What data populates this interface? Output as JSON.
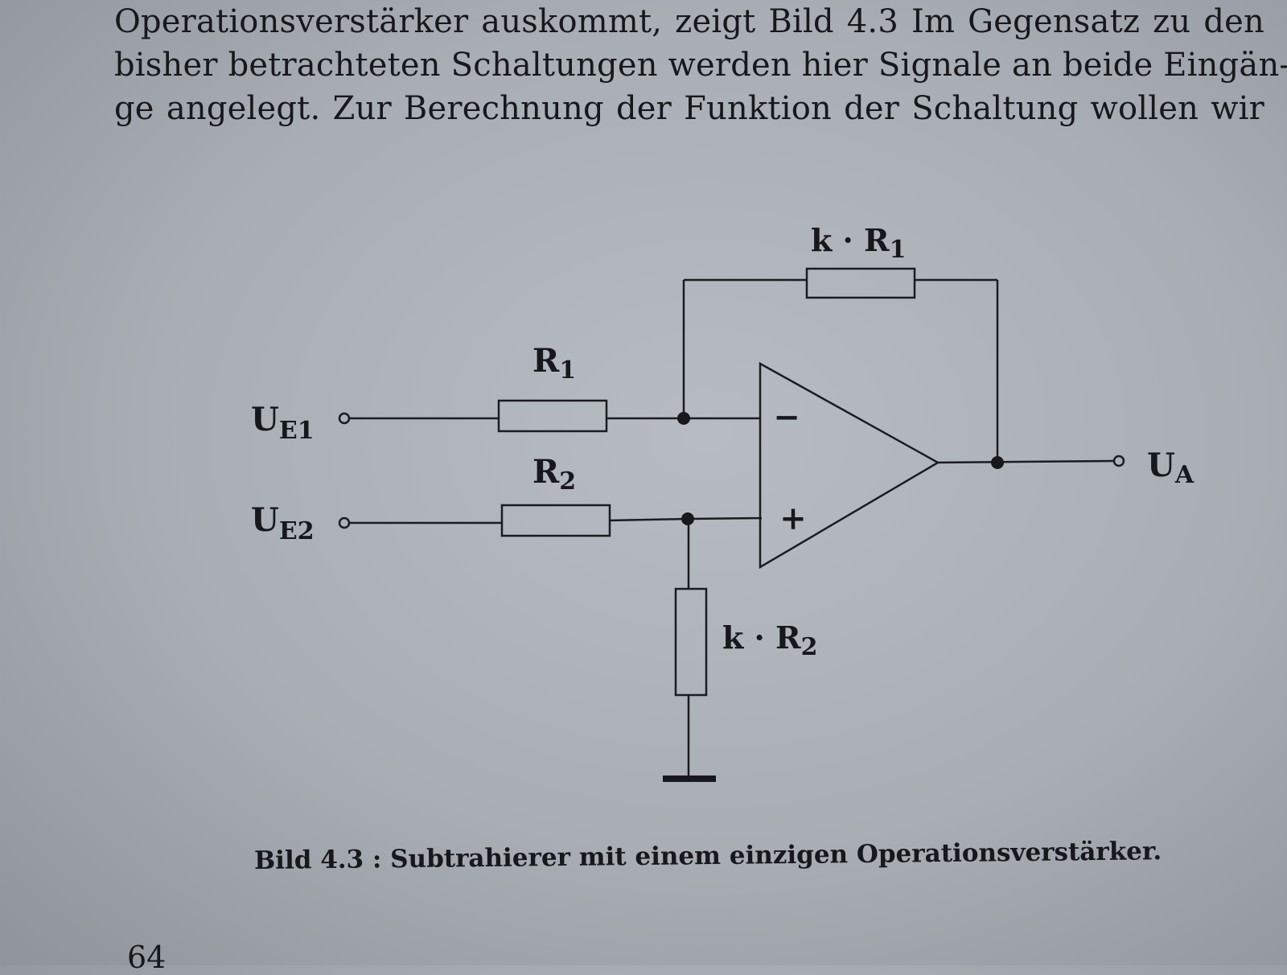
{
  "body_text": {
    "lines": [
      "Operationsverstärker auskommt, zeigt Bild 4.3 Im Gegensatz zu den",
      "bisher betrachteten Schaltungen werden hier Signale an beide Eingän-",
      "ge angelegt. Zur Berechnung der Funktion der Schaltung wollen wir"
    ]
  },
  "diagram": {
    "input1_label": {
      "main": "U",
      "sub": "E1"
    },
    "input2_label": {
      "main": "U",
      "sub": "E2"
    },
    "output_label": {
      "main": "U",
      "sub": "A"
    },
    "r1_label": {
      "main": "R",
      "sub": "1"
    },
    "r2_label": {
      "main": "R",
      "sub": "2"
    },
    "kr1_label": {
      "main": "k · R",
      "sub": "1"
    },
    "kr2_label": {
      "main": "k · R",
      "sub": "2"
    },
    "minus_symbol": "−",
    "plus_symbol": "+"
  },
  "caption": "Bild 4.3 : Subtrahierer mit einem einzigen Operationsverstärker.",
  "page_number": "64"
}
